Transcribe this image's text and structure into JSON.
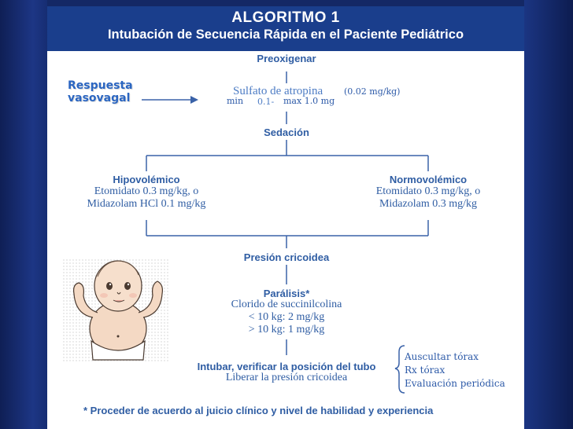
{
  "header": {
    "title": "ALGORITMO 1",
    "subtitle": "Intubación de Secuencia Rápida en el Paciente Pediátrico"
  },
  "side_note": {
    "line1": "Respuesta",
    "line2": "vasovagal"
  },
  "steps": {
    "preoxigenar": "Preoxigenar",
    "atropina": "Sulfato de atropina",
    "atropina_dose": "(0.02 mg/kg)",
    "atropina_min_label": "min",
    "atropina_min_value": "0.1-",
    "atropina_max": "max  1.0 mg",
    "sedacion": "Sedación",
    "hipo_title": "Hipovolémico",
    "hipo_line1": "Etomidato 0.3 mg/kg, o",
    "hipo_line2": "Midazolam HCl 0.1 mg/kg",
    "normo_title": "Normovolémico",
    "normo_line1": "Etomidato 0.3 mg/kg, o",
    "normo_line2": "Midazolam 0.3 mg/kg",
    "presion": "Presión cricoidea",
    "paralisis": "Parálisis*",
    "succinil": "Clorido de succinilcolina",
    "dose_lt10": "< 10 kg: 2 mg/kg",
    "dose_gt10": "> 10 kg: 1 mg/kg",
    "intubar": "Intubar, verificar la posición del tubo",
    "liberar": "Liberar la presión cricoidea"
  },
  "checks": [
    "Auscultar tórax",
    "Rx tórax",
    "Evaluación periódica"
  ],
  "footnote": "* Proceder de acuerdo al juicio clínico y nivel de habilidad y experiencia",
  "colors": {
    "header_bg": "#1a3e8c",
    "text": "#2f5da3",
    "frame": "#162a6a"
  }
}
